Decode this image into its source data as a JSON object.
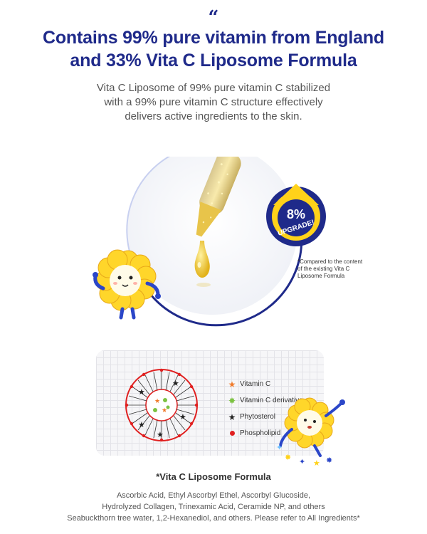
{
  "header": {
    "quote_mark": "“",
    "title_line1": "Contains 99% pure vitamin from England",
    "title_line2": "and 33% Vita C Liposome Formula",
    "subtitle_line1": "Vita C Liposome of 99% pure vitamin C stabilized",
    "subtitle_line2": "with a 99% pure vitamin C structure effectively",
    "subtitle_line3": "delivers active ingredients to the skin."
  },
  "badge": {
    "percent": "8%",
    "label": "UPGRADE!"
  },
  "footnote": {
    "line1": "*Compared to the content",
    "line2": "of the existing Vita C",
    "line3": "Liposome Formula"
  },
  "legend": [
    {
      "label": "Vitamin C",
      "color": "#f07a2a",
      "icon": "star-icon"
    },
    {
      "label": "Vitamin C derivative",
      "color": "#7cc242",
      "icon": "splat-icon"
    },
    {
      "label": "Phytosterol",
      "color": "#222222",
      "icon": "star-icon"
    },
    {
      "label": "Phospholipid",
      "color": "#e02020",
      "icon": "dot-icon"
    }
  ],
  "formula": {
    "title": "*Vita C Liposome Formula",
    "line1": "Ascorbic Acid, Ethyl Ascorbyl Ethel, Ascorbyl Glucoside,",
    "line2": "Hydrolyzed Collagen, Trinexamic Acid, Ceramide NP, and others",
    "line3": "Seabuckthorn tree water, 1,2-Hexanediol, and others. Please refer to All Ingredients*"
  },
  "colors": {
    "brand_navy": "#1f2a8a",
    "badge_yellow": "#ffd21a",
    "mascot_yellow": "#ffd62a"
  }
}
